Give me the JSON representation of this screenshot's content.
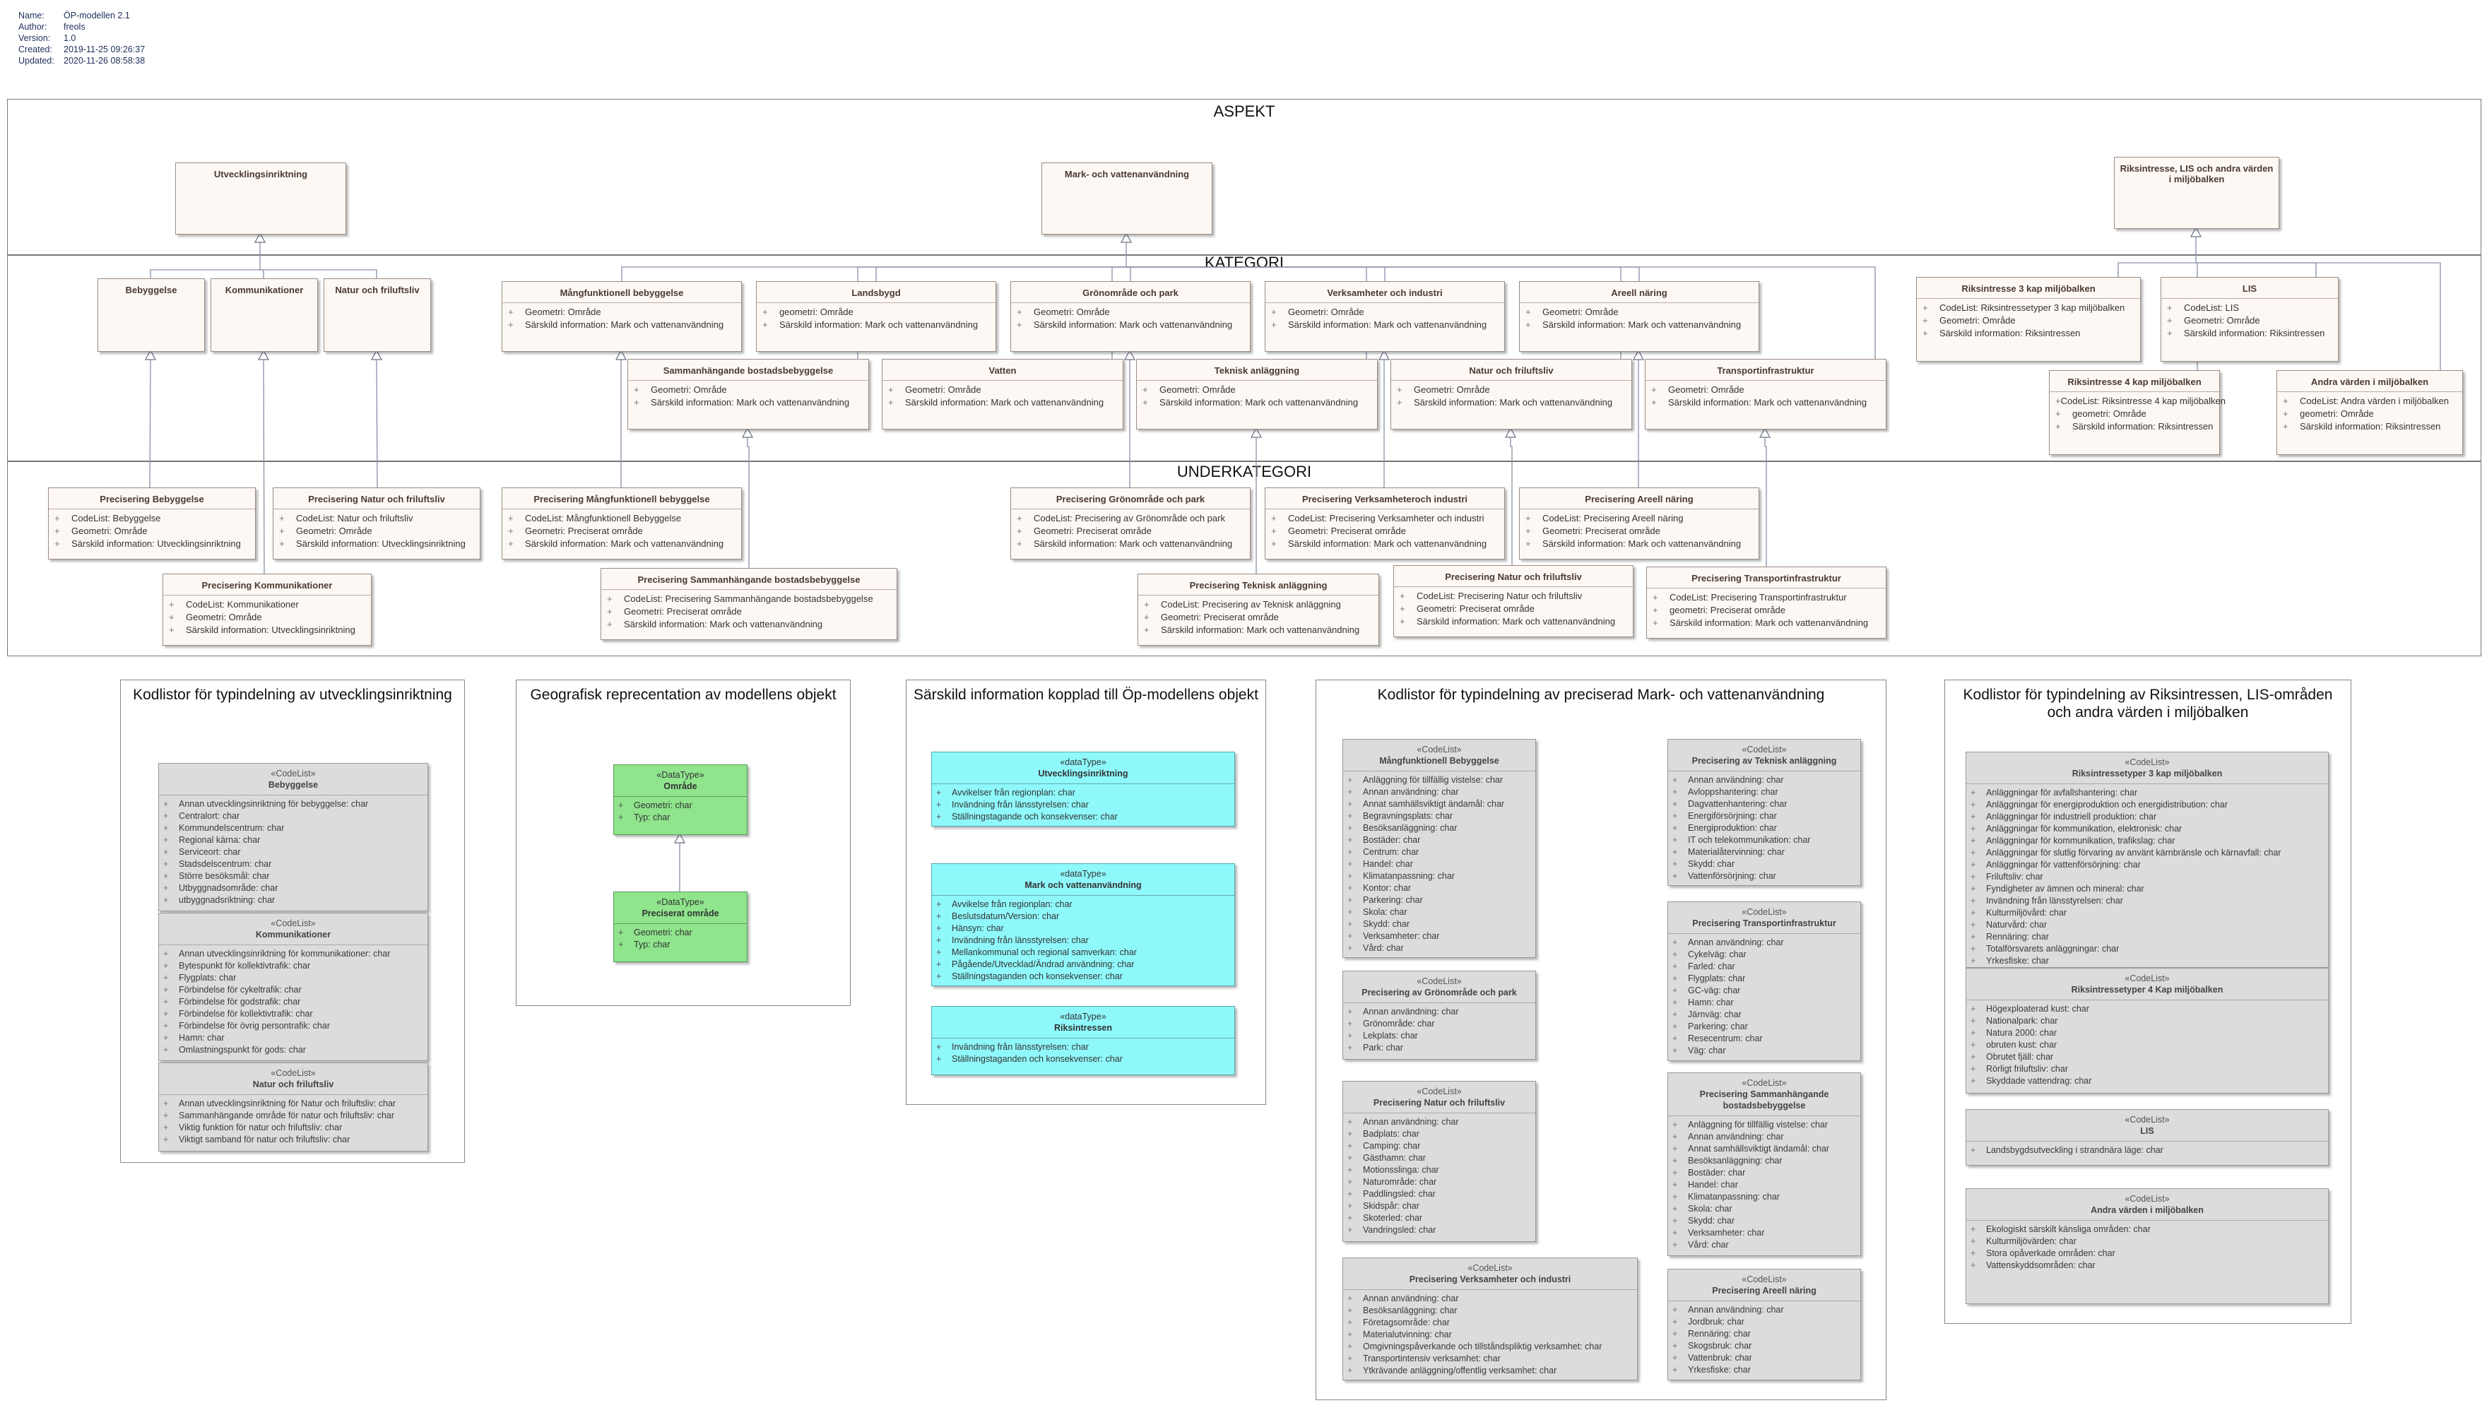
{
  "meta": {
    "rows": [
      {
        "key": "Name:",
        "value": "ÖP-modellen 2.1"
      },
      {
        "key": "Author:",
        "value": "freols"
      },
      {
        "key": "Version:",
        "value": "1.0"
      },
      {
        "key": "Created:",
        "value": "2019-11-25 09:26:37"
      },
      {
        "key": "Updated:",
        "value": "2020-11-26 08:58:38"
      }
    ]
  },
  "zones": {
    "aspekt": "ASPEKT",
    "kategori": "KATEGORI",
    "underkategori": "UNDERKATEGORI"
  },
  "attr_prefix": "+",
  "classes": {
    "utv": {
      "name": "Utvecklingsinriktning",
      "attrs": []
    },
    "mark": {
      "name": "Mark- och vattenanvändning",
      "attrs": []
    },
    "riks": {
      "name": "Riksintresse, LIS och andra värden i miljöbalken",
      "attrs": []
    },
    "bebyggelse": {
      "name": "Bebyggelse",
      "attrs": []
    },
    "komm": {
      "name": "Kommunikationer",
      "attrs": []
    },
    "natur1": {
      "name": "Natur och friluftsliv",
      "attrs": []
    },
    "mangf": {
      "name": "Mångfunktionell bebyggelse",
      "attrs": [
        "Geometri: Område",
        "Särskild information: Mark och vattenanvändning"
      ]
    },
    "landsbygd": {
      "name": "Landsbygd",
      "attrs": [
        "geometri: Område",
        "Särskild information: Mark och vattenanvändning"
      ]
    },
    "gron": {
      "name": "Grönområde och park",
      "attrs": [
        "Geometri: Område",
        "Särskild information: Mark och vattenanvändning"
      ]
    },
    "verks": {
      "name": "Verksamheter och industri",
      "attrs": [
        "Geometri: Område",
        "Särskild information: Mark och vattenanvändning"
      ]
    },
    "areell": {
      "name": "Areell näring",
      "attrs": [
        "Geometri: Område",
        "Särskild information: Mark och vattenanvändning"
      ]
    },
    "samman": {
      "name": "Sammanhängande bostadsbebyggelse",
      "attrs": [
        "Geometri: Område",
        "Särskild information: Mark och vattenanvändning"
      ]
    },
    "vatten": {
      "name": "Vatten",
      "attrs": [
        "Geometri: Område",
        "Särskild information: Mark och vattenanvändning"
      ]
    },
    "teknisk": {
      "name": "Teknisk anläggning",
      "attrs": [
        "Geometri: Område",
        "Särskild information: Mark och vattenanvändning"
      ]
    },
    "natur2": {
      "name": "Natur och friluftsliv",
      "attrs": [
        "Geometri: Område",
        "Särskild information: Mark och vattenanvändning"
      ]
    },
    "transp": {
      "name": "Transportinfrastruktur",
      "attrs": [
        "Geometri: Område",
        "Särskild information: Mark och vattenanvändning"
      ]
    },
    "riks3": {
      "name": "Riksintresse 3 kap miljöbalken",
      "attrs": [
        "CodeList: Riksintressetyper 3 kap miljöbalken",
        "Geometri: Område",
        "Särskild information: Riksintressen"
      ]
    },
    "lis": {
      "name": "LIS",
      "attrs": [
        "CodeList: LIS",
        "Geometri: Område",
        "Särskild information: Riksintressen"
      ]
    },
    "riks4": {
      "name": "Riksintresse 4 kap miljöbalken",
      "attrs": [
        "CodeList: Riksintresse 4 kap miljöbalken",
        "geometri: Område",
        "Särskild information: Riksintressen"
      ]
    },
    "andra": {
      "name": "Andra värden i miljöbalken",
      "attrs": [
        "CodeList: Andra värden i miljöbalken",
        "geometri: Område",
        "Särskild information: Riksintressen"
      ]
    },
    "p_beb": {
      "name": "Precisering Bebyggelse",
      "attrs": [
        "CodeList: Bebyggelse",
        "Geometri: Område",
        "Särskild information: Utvecklingsinriktning"
      ]
    },
    "p_nat1": {
      "name": "Precisering Natur och friluftsliv",
      "attrs": [
        "CodeList: Natur och friluftsliv",
        "Geometri: Område",
        "Särskild information: Utvecklingsinriktning"
      ]
    },
    "p_komm": {
      "name": "Precisering Kommunikationer",
      "attrs": [
        "CodeList: Kommunikationer",
        "Geometri: Område",
        "Särskild information: Utvecklingsinriktning"
      ]
    },
    "p_mangf": {
      "name": "Precisering Mångfunktionell bebyggelse",
      "attrs": [
        "CodeList: Mångfunktionell Bebyggelse",
        "Geometri: Preciserat område",
        "Särskild information: Mark och vattenanvändning"
      ]
    },
    "p_samman": {
      "name": "Precisering Sammanhängande bostadsbebyggelse",
      "attrs": [
        "CodeList: Precisering Sammanhängande bostadsbebyggelse",
        "Geometri: Preciserat område",
        "Särskild information: Mark och vattenanvändning"
      ]
    },
    "p_gron": {
      "name": "Precisering Grönområde och park",
      "attrs": [
        "CodeList: Precisering av Grönområde och park",
        "Geometri: Preciserat område",
        "Särskild information: Mark och vattenanvändning"
      ]
    },
    "p_verks": {
      "name": "Precisering Verksamheteroch industri",
      "attrs": [
        "CodeList: Precisering Verksamheter och industri",
        "Geometri: Preciserat område",
        "Särskild information: Mark och vattenanvändning"
      ]
    },
    "p_areell": {
      "name": "Precisering Areell näring",
      "attrs": [
        "CodeList: Precisering Areell näring",
        "Geometri: Preciserat område",
        "Särskild information: Mark och vattenanvändning"
      ]
    },
    "p_teknisk": {
      "name": "Precisering Teknisk anläggning",
      "attrs": [
        "CodeList: Precisering av Teknisk anläggning",
        "Geometri: Preciserat område",
        "Särskild information: Mark och vattenanvändning"
      ]
    },
    "p_nat2": {
      "name": "Precisering Natur och  friluftsliv",
      "attrs": [
        "CodeList: Precisering Natur och friluftsliv",
        "Geometri: Preciserat område",
        "Särskild information: Mark och vattenanvändning"
      ]
    },
    "p_transp": {
      "name": "Precisering Transportinfrastruktur",
      "attrs": [
        "CodeList: Precisering Transportinfrastruktur",
        "geometri: Preciserat område",
        "Särskild information: Mark och vattenanvändning"
      ]
    }
  },
  "panels": {
    "p1": "Kodlistor för typindelning av utvecklingsinriktning",
    "p2": "Geografisk reprecentation av modellens objekt",
    "p3": "Särskild information kopplad till Öp-modellens objekt",
    "p4": "Kodlistor för typindelning av preciserad Mark- och vattenanvändning",
    "p5": "Kodlistor för typindelning av Riksintressen, LIS-områden och andra värden i miljöbalken"
  },
  "codelists": {
    "cl_beb": {
      "stereo": "«CodeList»",
      "name": "Bebyggelse",
      "attrs": [
        "Annan utvecklingsinriktning för bebyggelse: char",
        "Centralort: char",
        "Kommundelscentrum: char",
        "Regional kärna: char",
        "Serviceort: char",
        "Stadsdelscentrum: char",
        "Större besöksmål: char",
        "Utbyggnadsområde: char",
        "utbyggnadsriktning: char"
      ]
    },
    "cl_komm": {
      "stereo": "«CodeList»",
      "name": "Kommunikationer",
      "attrs": [
        "Annan utvecklingsinriktning för kommunikationer: char",
        "Bytespunkt för kollektivtrafik: char",
        "Flygplats: char",
        "Förbindelse för cykeltrafik: char",
        "Förbindelse för godstrafik: char",
        "Förbindelse för kollektivtrafik: char",
        "Förbindelse för övrig persontrafik: char",
        "Hamn: char",
        "Omlastningspunkt för gods: char"
      ]
    },
    "cl_nat": {
      "stereo": "«CodeList»",
      "name": "Natur och friluftsliv",
      "attrs": [
        "Annan utvecklingsinriktning för Natur och friluftsliv: char",
        "Sammanhängande område för natur och friluftsliv: char",
        "Viktig funktion för natur och friluftsliv: char",
        "Viktigt samband för natur och friluftsliv: char"
      ]
    },
    "cl_mangf": {
      "stereo": "«CodeList»",
      "name": "Mångfunktionell Bebyggelse",
      "attrs": [
        "Anläggning för tillfällig vistelse: char",
        "Annan användning: char",
        "Annat samhällsviktigt ändamål: char",
        "Begravningsplats: char",
        "Besöksanläggning: char",
        "Bostäder: char",
        "Centrum: char",
        "Handel: char",
        "Klimatanpassning: char",
        "Kontor: char",
        "Parkering: char",
        "Skola: char",
        "Skydd: char",
        "Verksamheter: char",
        "Vård: char"
      ]
    },
    "cl_gron": {
      "stereo": "«CodeList»",
      "name": "Precisering av Grönområde och park",
      "attrs": [
        "Annan användning: char",
        "Grönområde: char",
        "Lekplats: char",
        "Park: char"
      ]
    },
    "cl_natur": {
      "stereo": "«CodeList»",
      "name": "Precisering Natur och friluftsliv",
      "attrs": [
        "Annan användning: char",
        "Badplats: char",
        "Camping: char",
        "Gästhamn: char",
        "Motionsslinga: char",
        "Naturområde: char",
        "Paddlingsled: char",
        "Skidspår: char",
        "Skoterled: char",
        "Vandringsled: char"
      ]
    },
    "cl_verks": {
      "stereo": "«CodeList»",
      "name": "Precisering Verksamheter och industri",
      "attrs": [
        "Annan användning: char",
        "Besöksanläggning: char",
        "Företagsområde: char",
        "Materialutvinning: char",
        "Omgivningspåverkande och tillståndspliktig verksamhet: char",
        "Transportintensiv verksamhet: char",
        "Ytkrävande anläggning/offentlig verksamhet: char"
      ]
    },
    "cl_tekn": {
      "stereo": "«CodeList»",
      "name": "Precisering av Teknisk anläggning",
      "attrs": [
        "Annan användning: char",
        "Avloppshantering: char",
        "Dagvattenhantering: char",
        "Energiförsörjning: char",
        "Energiproduktion: char",
        "IT och telekommunikation: char",
        "Materialåtervinning: char",
        "Skydd: char",
        "Vattenförsörjning: char"
      ]
    },
    "cl_transp": {
      "stereo": "«CodeList»",
      "name": "Precisering Transportinfrastruktur",
      "attrs": [
        "Annan användning: char",
        "Cykelväg: char",
        "Farled: char",
        "Flygplats: char",
        "GC-väg: char",
        "Hamn: char",
        "Järnväg: char",
        "Parkering: char",
        "Resecentrum: char",
        "Väg: char"
      ]
    },
    "cl_samman": {
      "stereo": "«CodeList»",
      "name": "Precisering Sammanhängande bostadsbebyggelse",
      "attrs": [
        "Anläggning för tillfällig vistelse: char",
        "Annan användning: char",
        "Annat samhällsviktigt ändamål: char",
        "Besöksanläggning: char",
        "Bostäder: char",
        "Handel: char",
        "Klimatanpassning: char",
        "Skola: char",
        "Skydd: char",
        "Verksamheter: char",
        "Vård: char"
      ]
    },
    "cl_areell": {
      "stereo": "«CodeList»",
      "name": "Precisering Areell näring",
      "attrs": [
        "Annan användning: char",
        "Jordbruk: char",
        "Rennäring: char",
        "Skogsbruk: char",
        "Vattenbruk: char",
        "Yrkesfiske: char"
      ]
    },
    "cl_riks3": {
      "stereo": "«CodeList»",
      "name": "Riksintressetyper 3 kap miljöbalken",
      "attrs": [
        "Anläggningar för avfallshantering: char",
        "Anläggningar för energiproduktion och energidistribution: char",
        "Anläggningar för industriell produktion: char",
        "Anläggningar för kommunikation, elektronisk: char",
        "Anläggningar för kommunikation, trafikslag: char",
        "Anläggningar för slutlig förvaring av använt kärnbränsle och kärnavfall: char",
        "Anläggningar för vattenförsörjning: char",
        "Friluftsliv: char",
        "Fyndigheter av ämnen och mineral: char",
        "Invändning från länsstyrelsen: char",
        "Kulturmiljövård: char",
        "Naturvård: char",
        "Rennäring: char",
        "Totalförsvarets anläggningar: char",
        "Yrkesfiske: char"
      ]
    },
    "cl_riks4": {
      "stereo": "«CodeList»",
      "name": "Riksintressetyper 4 Kap miljöbalken",
      "attrs": [
        "Högexploaterad kust: char",
        "Nationalpark: char",
        "Natura 2000: char",
        "obruten kust: char",
        "Obrutet fjäll: char",
        "Rörligt friluftsliv: char",
        "Skyddade vattendrag: char"
      ]
    },
    "cl_lis": {
      "stereo": "«CodeList»",
      "name": "LIS",
      "attrs": [
        "Landsbygdsutveckling i strandnära läge: char"
      ]
    },
    "cl_andra": {
      "stereo": "«CodeList»",
      "name": "Andra värden i miljöbalken",
      "attrs": [
        "Ekologiskt särskilt känsliga områden: char",
        "Kulturmiljövärden: char",
        "Stora opåverkade områden: char",
        "Vattenskyddsområden: char"
      ]
    }
  },
  "datatypes": {
    "dt_omr": {
      "stereo": "«DataType»",
      "name": "Område",
      "attrs": [
        "Geometri: char",
        "Typ: char"
      ]
    },
    "dt_prec": {
      "stereo": "«DataType»",
      "name": "Preciserat område",
      "attrs": [
        "Geometri: char",
        "Typ: char"
      ]
    },
    "dt_utv": {
      "stereo": "«dataType»",
      "name": "Utvecklingsinriktning",
      "attrs": [
        "Avvikelser från regionplan: char",
        "Invändning från länsstyrelsen: char",
        "Ställningstagande och konsekvenser: char"
      ]
    },
    "dt_mark": {
      "stereo": "«dataType»",
      "name": "Mark och vattenanvändning",
      "attrs": [
        "Avvikelse från regionplan: char",
        "Beslutsdatum/Version: char",
        "Hänsyn: char",
        "Invändning från länsstyrelsen: char",
        "Mellankommunal och regional samverkan: char",
        "Pågående/Utvecklad/Ändrad användning: char",
        "Ställningstaganden och konsekvenser: char"
      ]
    },
    "dt_riks": {
      "stereo": "«dataType»",
      "name": "Riksintressen",
      "attrs": [
        "Invändning från länsstyrelsen: char",
        "Ställningstaganden och konsekvenser: char"
      ]
    }
  }
}
